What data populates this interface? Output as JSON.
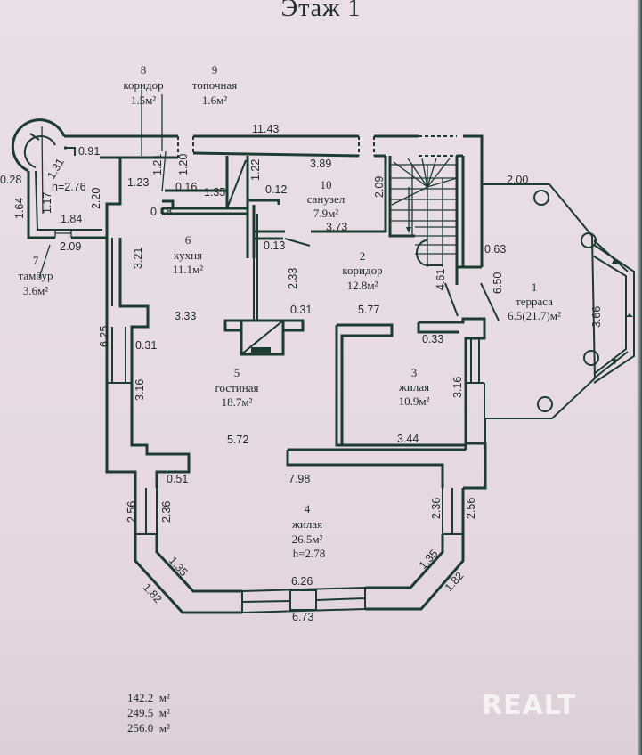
{
  "title": "Этаж 1",
  "rooms": [
    {
      "no": "1",
      "name": "терраса",
      "area": "6.5(21.7)м²"
    },
    {
      "no": "2",
      "name": "коридор",
      "area": "12.8м²"
    },
    {
      "no": "3",
      "name": "жилая",
      "area": "10.9м²"
    },
    {
      "no": "4",
      "name": "жилая",
      "area": "26.5м²",
      "height": "h=2.78"
    },
    {
      "no": "5",
      "name": "гостиная",
      "area": "18.7м²"
    },
    {
      "no": "6",
      "name": "кухня",
      "area": "11.1м²"
    },
    {
      "no": "7",
      "name": "тамбур",
      "area": "3.6м²",
      "height": "h=2.76"
    },
    {
      "no": "8",
      "name": "коридор",
      "area": "1.5м²"
    },
    {
      "no": "9",
      "name": "топочная",
      "area": "1.6м²"
    },
    {
      "no": "10",
      "name": "санузел",
      "area": "7.9м²"
    }
  ],
  "dimensions": {
    "top_wall": "11.43",
    "d_091": "0.91",
    "d_131": "1.31",
    "d_028": "0.28",
    "d_164": "1.64",
    "d_117": "1.17",
    "d_220": "2.20",
    "d_184": "1.84",
    "d_209": "2.09",
    "d_123": "1.23",
    "d_121": "1.21",
    "d_120": "1.20",
    "d_016": "0.16",
    "d_135a": "1.35",
    "d_018": "0.18",
    "d_122": "1.22",
    "d_389": "3.89",
    "d_012": "0.12",
    "d_209b": "2.09",
    "d_373": "3.73",
    "d_013": "0.13",
    "d_321": "3.21",
    "d_233": "2.33",
    "d_333": "3.33",
    "d_031a": "0.31",
    "d_031b": "0.31",
    "d_625": "6.25",
    "d_577": "5.77",
    "d_461": "4.61",
    "d_033": "0.33",
    "d_316a": "3.16",
    "d_316b": "3.16",
    "d_344": "3.44",
    "d_572": "5.72",
    "d_051": "0.51",
    "d_798": "7.98",
    "d_256a": "2.56",
    "d_236a": "2.36",
    "d_236b": "2.36",
    "d_256b": "2.56",
    "d_135b": "1.35",
    "d_135c": "1.35",
    "d_182a": "1.82",
    "d_182b": "1.82",
    "d_626": "6.26",
    "d_673": "6.73",
    "d_200": "2.00",
    "d_063": "0.63",
    "d_650": "6.50",
    "d_366": "3.66"
  },
  "totals": [
    {
      "value": "142.2",
      "unit": "м²"
    },
    {
      "value": "249.5",
      "unit": "м²"
    },
    {
      "value": "256.0",
      "unit": "м²"
    }
  ],
  "watermark": "REALT"
}
